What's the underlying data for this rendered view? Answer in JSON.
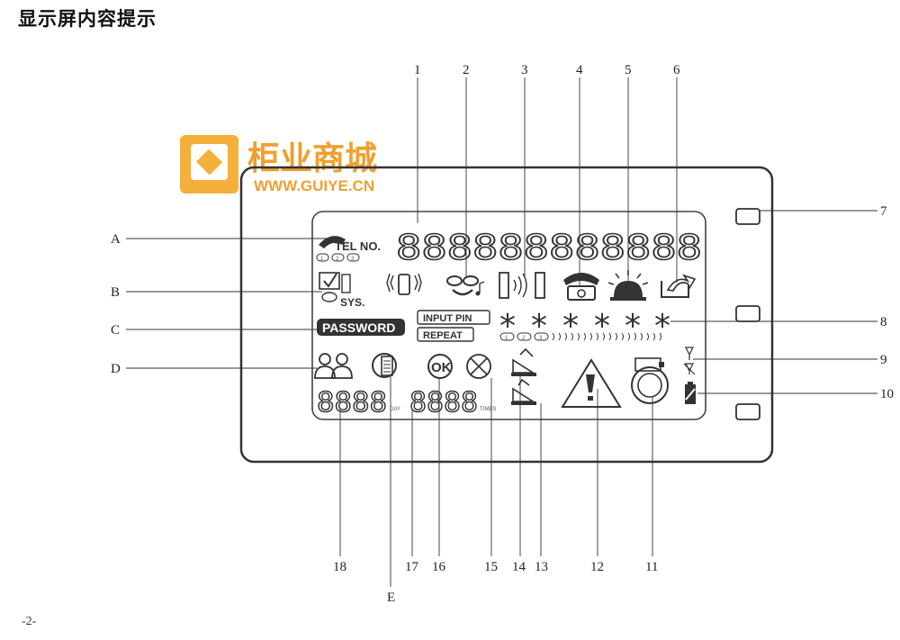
{
  "heading": "显示屏内容提示",
  "page_number": "-2-",
  "watermark": {
    "title": "柜业商城",
    "url": "WWW.GUIYE.CN"
  },
  "lcd": {
    "main_digits": "888888888888",
    "left_digits": "8888",
    "mid_digits": "8888",
    "tel_label": "TEL NO.",
    "sys_label": "SYS.",
    "password_label": "PASSWORD",
    "input_pin_label": "INPUT PIN",
    "repeat_label": "REPEAT",
    "ok_label": "OK",
    "asterisks": [
      "*",
      "*",
      "*",
      "*",
      "*",
      "*"
    ],
    "slot_numbers": [
      "1",
      "2",
      "3"
    ],
    "tiny_day": "DAY",
    "tiny_times": "TIMES"
  },
  "callouts": {
    "letters": [
      "A",
      "B",
      "C",
      "D",
      "E"
    ],
    "top_numbers": [
      "1",
      "2",
      "3",
      "4",
      "5",
      "6"
    ],
    "right_numbers": [
      "7",
      "8",
      "9",
      "10"
    ],
    "bottom_numbers": [
      "18",
      "17",
      "16",
      "15",
      "14",
      "13",
      "12",
      "11"
    ]
  }
}
